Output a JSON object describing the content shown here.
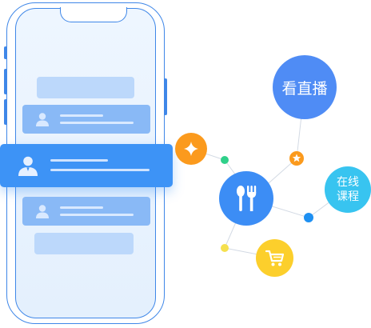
{
  "features": {
    "live": {
      "label": "看直播",
      "icon": "live-bubble",
      "color": "#4f8cf5"
    },
    "course": {
      "label_line1": "在线",
      "label_line2": "课程",
      "icon": "course-bubble",
      "color": "#38c4f0"
    },
    "food": {
      "icon": "spoon-fork-icon",
      "color": "#3c8df5"
    },
    "points": {
      "icon": "diamond-icon",
      "color": "#fb9a1d"
    },
    "shop": {
      "icon": "shopping-cart-icon",
      "color": "#fccf2c"
    },
    "favorite": {
      "icon": "star-icon",
      "color": "#fb9a1d"
    }
  },
  "phone": {
    "frame_color": "#3f87e8",
    "list_items": [
      {
        "icon": "user-icon",
        "highlighted": false
      },
      {
        "icon": "user-icon",
        "highlighted": true
      },
      {
        "icon": "user-icon",
        "highlighted": false
      }
    ]
  },
  "connector_dots": [
    {
      "color": "#2fd08a"
    },
    {
      "color": "#1e90f2"
    },
    {
      "color": "#f5e04e"
    }
  ]
}
